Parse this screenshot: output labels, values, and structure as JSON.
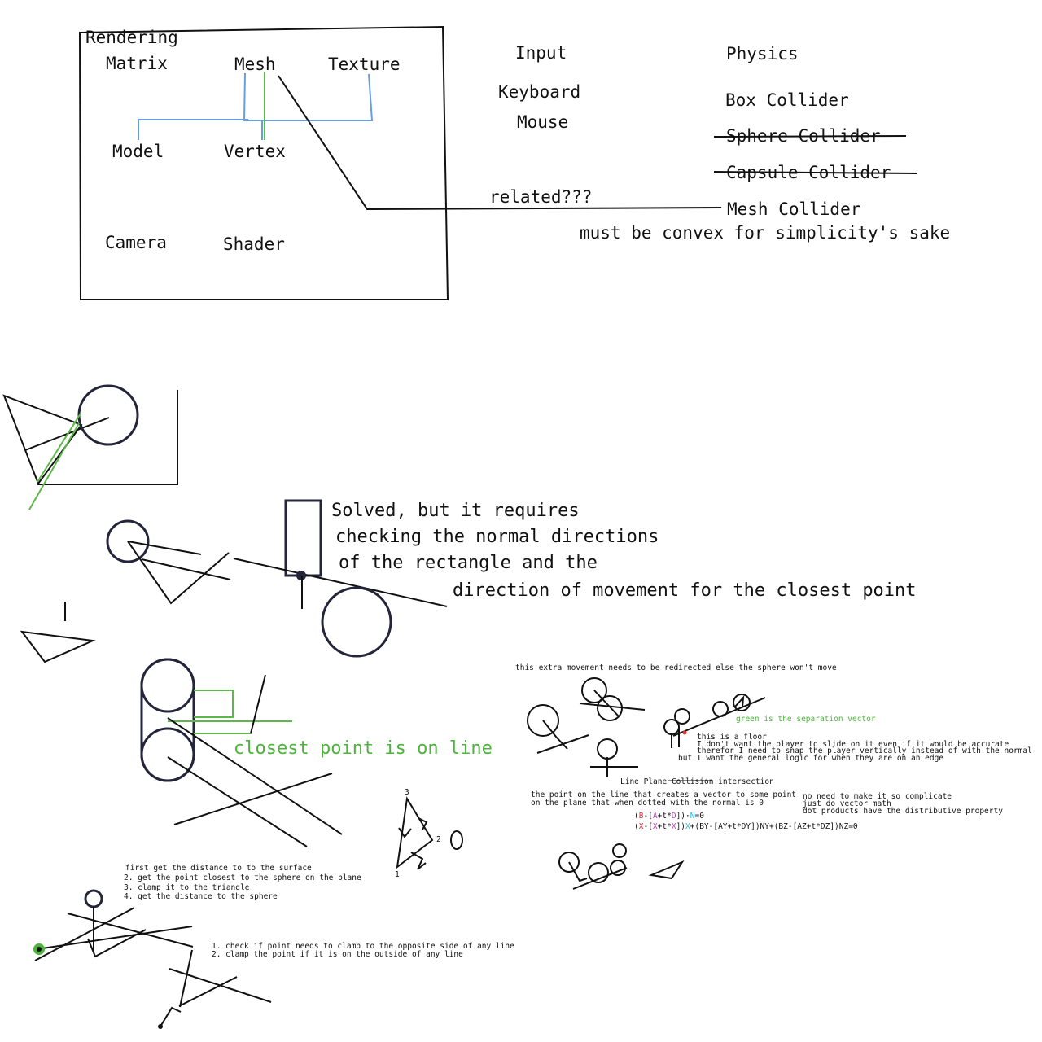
{
  "rendering": {
    "title": "Rendering",
    "items": [
      "Matrix",
      "Mesh",
      "Texture",
      "Model",
      "Vertex",
      "Camera",
      "Shader"
    ]
  },
  "input": {
    "title": "Input",
    "items": [
      "Keyboard",
      "Mouse"
    ]
  },
  "physics": {
    "title": "Physics",
    "box_collider": "Box Collider",
    "sphere_collider": "Sphere Collider",
    "capsule_collider": "Capsule Collider",
    "mesh_collider": "Mesh Collider",
    "mesh_note": "must be convex for simplicity's sake"
  },
  "relation_label": "related???",
  "solved_note": [
    "Solved, but it requires",
    "checking the normal directions",
    "of the rectangle and the",
    "direction of movement for the closest point"
  ],
  "closest_point_note": "closest point is on line",
  "extra_movement_note": "this extra movement needs to be redirected else the sphere won't move",
  "separation_note": "green is the separation vector",
  "floor_note": [
    "this is a floor",
    "I don't want the player to slide on it even if it would be accurate",
    "therefor I need to snap the player vertically instead of with the normal",
    "but I want the general logic for when they are on an edge"
  ],
  "line_plane": {
    "prefix": "Line Plane",
    "struck": "Collision",
    "suffix": "intersection"
  },
  "dot_note": [
    "the point on the line that creates a vector to some point",
    "on the plane that when dotted with the normal is 0"
  ],
  "vector_note": [
    "no need to make it so complicate",
    "just do vector math",
    "dot products have the distributive property"
  ],
  "equations": {
    "eq1_parts": [
      "(",
      "B",
      "-[",
      "A",
      "+t*",
      "D",
      "])",
      "·",
      "N",
      "=0"
    ],
    "eq2_parts": [
      "(",
      "X",
      "-[",
      "X",
      "+t*",
      "X",
      "])",
      "X",
      "+(BY-[AY+t*DY])NY+(BZ-[AZ+t*DZ])NZ=0"
    ]
  },
  "triangle_labels": [
    "3",
    "2",
    "1"
  ],
  "distance_steps": [
    "first get the distance to to the surface",
    "2. get the point closest to the sphere on the plane",
    "3. clamp it to the triangle",
    "4. get the distance to the sphere"
  ],
  "clamp_steps": [
    "1. check if point needs to clamp to the opposite side of any line",
    "2. clamp the point if it is on the outside of any line"
  ],
  "colors": {
    "ink": "#111111",
    "sketch": "#24243a",
    "blue": "#6a9de0",
    "green": "#5cb848",
    "red": "#e03030",
    "cyan": "#27b8d6",
    "magenta": "#c03ad0"
  }
}
